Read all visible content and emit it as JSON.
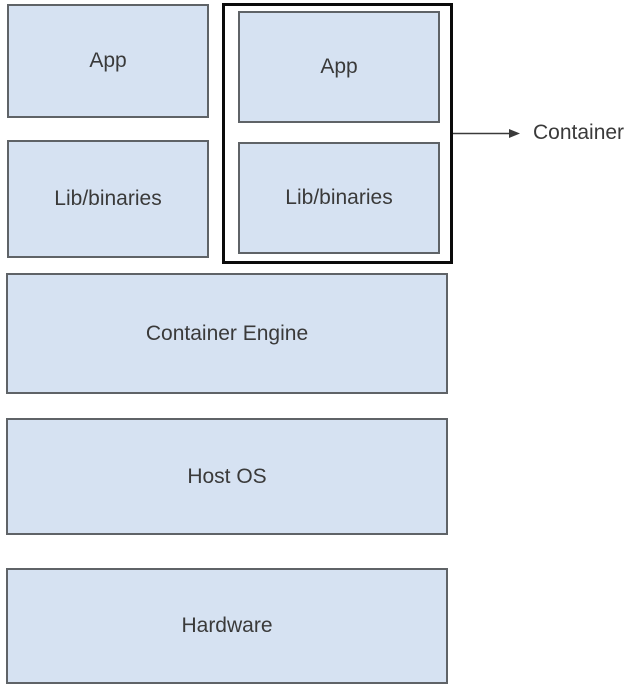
{
  "diagram": {
    "host_stack": {
      "app_label": "App",
      "lib_label": "Lib/binaries"
    },
    "container_stack": {
      "app_label": "App",
      "lib_label": "Lib/binaries"
    },
    "layers": {
      "container_engine_label": "Container Engine",
      "host_os_label": "Host OS",
      "hardware_label": "Hardware"
    },
    "annotation": {
      "arrow_label": "Container"
    },
    "colors": {
      "box_fill": "#d6e2f2",
      "box_border": "#5f6367",
      "container_outline": "#0b0b0b",
      "text": "#3a3a3a",
      "arrow": "#3a3a3a",
      "background": "#ffffff"
    }
  }
}
